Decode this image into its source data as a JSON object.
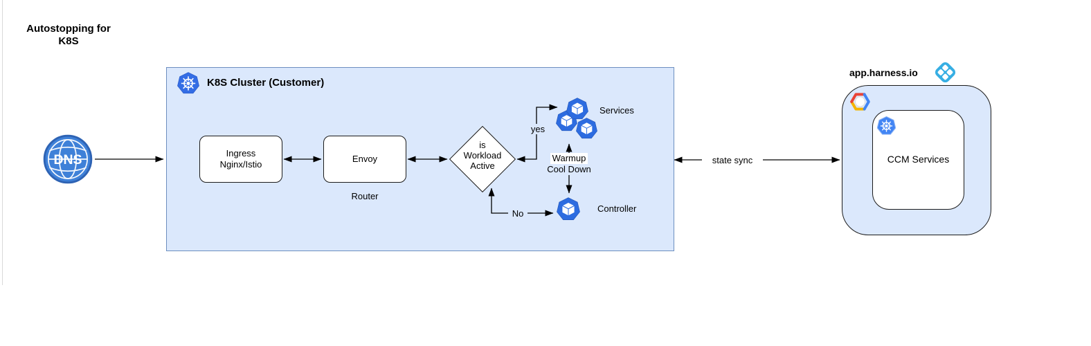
{
  "page": {
    "title_line1": "Autostopping for",
    "title_line2": "K8S"
  },
  "dns": {
    "label": "DNS"
  },
  "cluster": {
    "title": "K8S Cluster (Customer)",
    "ingress": {
      "line1": "Ingress",
      "line2": "Nginx/Istio"
    },
    "envoy": {
      "label": "Envoy",
      "caption": "Router"
    },
    "decision": {
      "line1": "is",
      "line2": "Workload",
      "line3": "Active"
    },
    "services_label": "Services",
    "controller_label": "Controller",
    "edges": {
      "yes": "yes",
      "no": "No",
      "warmup_line1": "Warmup",
      "warmup_line2": "Cool Down"
    }
  },
  "state_sync_label": "state sync",
  "harness": {
    "title": "app.harness.io",
    "ccm_label": "CCM Services"
  },
  "icons": {
    "dns": "globe-icon",
    "cluster_header": "kubernetes-icon",
    "services": "kubernetes-pod-icon",
    "controller": "kubernetes-pod-icon",
    "harness_logo": "harness-icon",
    "gcp": "google-cloud-icon",
    "ccm_k8s": "kubernetes-icon"
  },
  "colors": {
    "container_fill": "#dbe8fc",
    "container_stroke": "#6c8ebf",
    "node_fill": "#ffffff",
    "node_stroke": "#1a1a1a",
    "kubernetes_blue": "#346de5",
    "pod_blue": "#2d6ce0",
    "dns_blue": "#3f81d8",
    "harness_cyan": "#36aee3",
    "gcp_red": "#ea4335",
    "gcp_yellow": "#f4b400",
    "gcp_blue": "#4285f4",
    "line_color": "#000000"
  }
}
